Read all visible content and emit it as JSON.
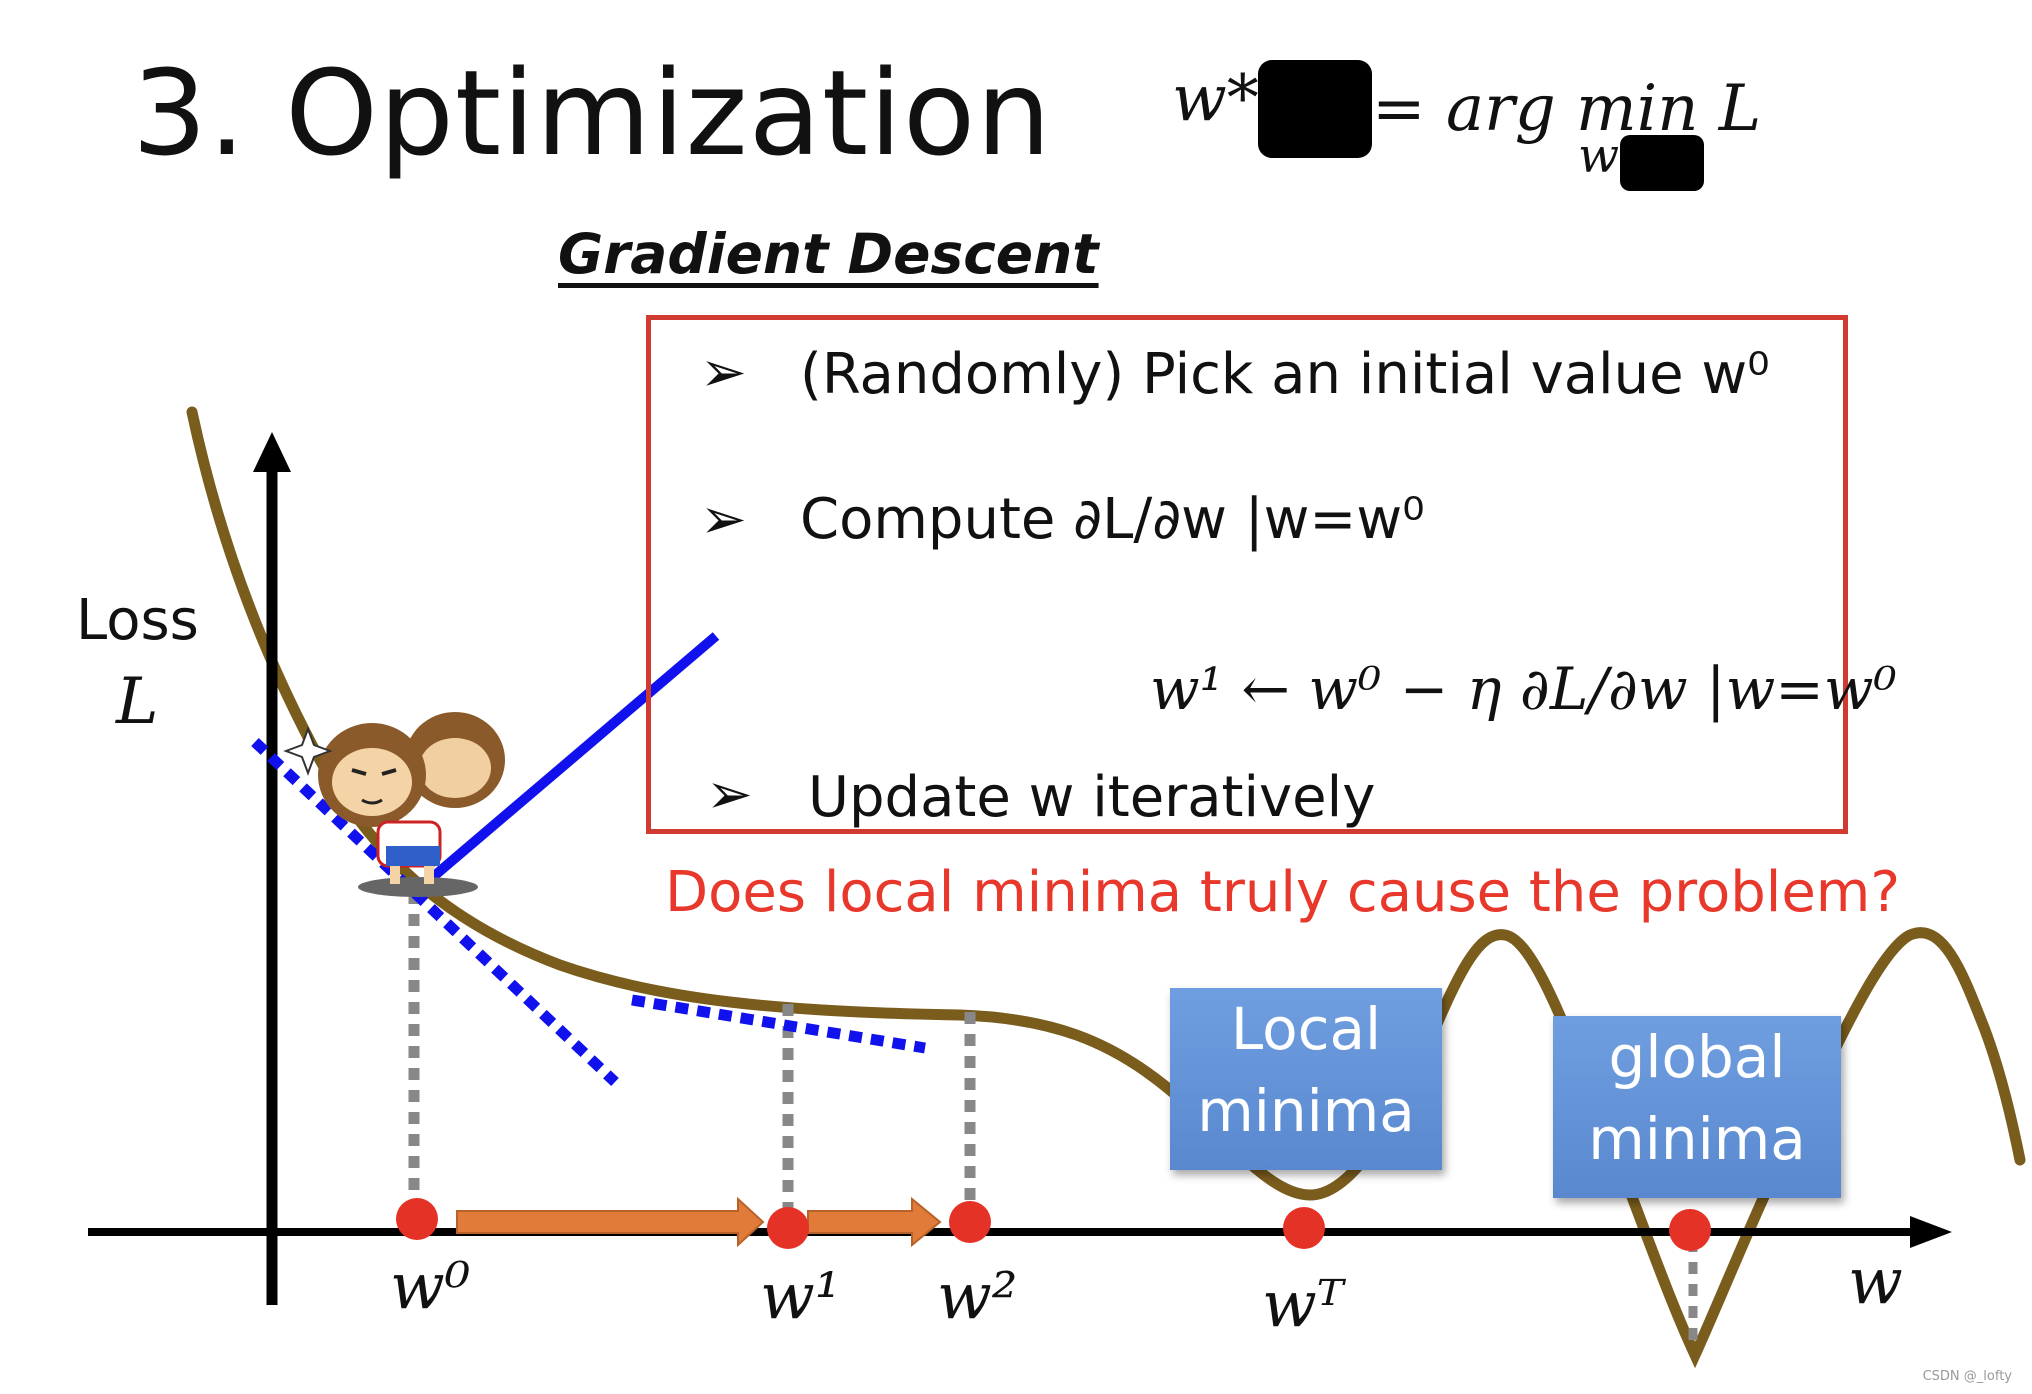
{
  "title": "3. Optimization",
  "formula": {
    "lhs": "w*",
    "eq": "= arg min L",
    "sub": "w"
  },
  "heading": "Gradient Descent",
  "steps": [
    {
      "text": "(Randomly) Pick an initial value w⁰"
    },
    {
      "text": "Compute ∂L/∂w |w=w⁰"
    },
    {
      "text": "w¹ ← w⁰ − η ∂L/∂w |w=w⁰"
    },
    {
      "text": "Update w iteratively"
    }
  ],
  "question": "Does local minima truly cause the problem?",
  "axes": {
    "y_label_line1": "Loss",
    "y_label_line2": "L",
    "x_label": "w"
  },
  "points": [
    {
      "label": "w⁰"
    },
    {
      "label": "w¹"
    },
    {
      "label": "w²"
    },
    {
      "label": "wᵀ"
    }
  ],
  "callouts": [
    {
      "line1": "Local",
      "line2": "minima"
    },
    {
      "line1": "global",
      "line2": "minima"
    }
  ],
  "colors": {
    "curve": "#7a5c1d",
    "tangent": "#1111ee",
    "box_border": "#d03a30",
    "dot": "#e53227",
    "step_arrow": "#e07b39"
  },
  "watermark": "CSDN @_lofty"
}
